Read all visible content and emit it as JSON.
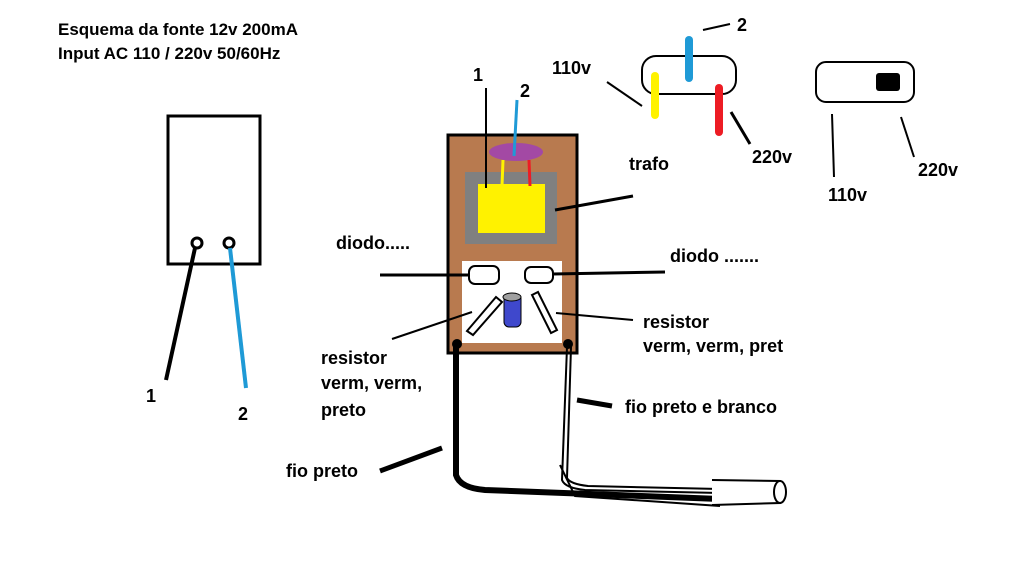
{
  "title": {
    "line1": "Esquema da fonte 12v 200mA",
    "line2": "Input AC 110 / 220v  50/60Hz"
  },
  "plug": {
    "label_1": "1",
    "label_2": "2"
  },
  "board": {
    "label_1": "1",
    "label_2": "2",
    "trafo": "trafo",
    "diodo_left": "diodo.....",
    "diodo_right": "diodo .......",
    "resistor_left_1": "resistor",
    "resistor_left_2": "verm, verm,",
    "resistor_left_3": "preto",
    "resistor_right_1": "resistor",
    "resistor_right_2": "verm, verm, pret",
    "fio_preto": "fio preto",
    "fio_preto_branco": "fio preto e branco"
  },
  "selector_wiring": {
    "label_2": "2",
    "label_110": "110v",
    "label_220": "220v"
  },
  "selector_switch": {
    "label_110": "110v",
    "label_220": "220v"
  },
  "colors": {
    "board": "#b87a4f",
    "trafo_core": "#808080",
    "trafo_coil": "#fff200",
    "top_connector": "#a349a4",
    "blue_wire": "#1f9ad6",
    "yellow_wire": "#fff200",
    "red_wire": "#ed1c24",
    "capacitor": "#3f48cc"
  }
}
